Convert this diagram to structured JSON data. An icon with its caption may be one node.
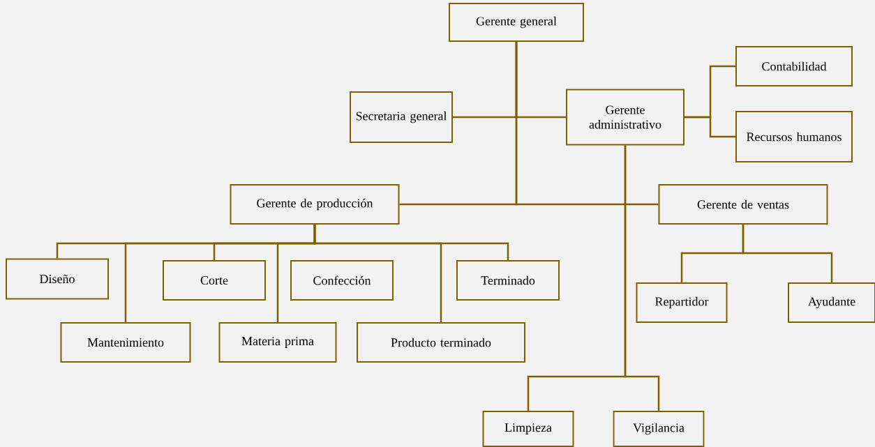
{
  "diagram": {
    "nodes": [
      {
        "text": [
          "Gerente general"
        ]
      },
      {
        "text": [
          "Secretaria general"
        ]
      },
      {
        "text": [
          "Gerente administrativo"
        ]
      },
      {
        "text": [
          "Contabilidad"
        ]
      },
      {
        "text": [
          "Recursos humanos"
        ]
      },
      {
        "text": [
          "Gerente de producción"
        ]
      },
      {
        "text": [
          "Gerente de ventas"
        ]
      },
      {
        "text": [
          "Diseño"
        ]
      },
      {
        "text": [
          "Corte"
        ]
      },
      {
        "text": [
          "Confección"
        ]
      },
      {
        "text": [
          "Terminado"
        ]
      },
      {
        "text": [
          "Mantenimiento"
        ]
      },
      {
        "text": [
          "Materia prima"
        ]
      },
      {
        "text": [
          "Producto terminado"
        ]
      },
      {
        "text": [
          "Repartidor"
        ]
      },
      {
        "text": [
          "Ayudante"
        ]
      },
      {
        "text": [
          "Limpieza"
        ]
      },
      {
        "text": [
          "Vigilancia"
        ]
      }
    ],
    "edges": [
      {
        "from": 0,
        "to": 1,
        "arrow": "none"
      },
      {
        "from": 0,
        "to": 2,
        "arrow": "none"
      },
      {
        "from": 0,
        "to": 5,
        "arrow": "none"
      },
      {
        "from": 0,
        "to": 6,
        "arrow": "none"
      },
      {
        "from": 2,
        "to": 3,
        "arrow": "none"
      },
      {
        "from": 2,
        "to": 4,
        "arrow": "none"
      },
      {
        "from": 2,
        "to": 16,
        "arrow": "none"
      },
      {
        "from": 2,
        "to": 17,
        "arrow": "none"
      },
      {
        "from": 5,
        "to": 7,
        "arrow": "none"
      },
      {
        "from": 5,
        "to": 8,
        "arrow": "none"
      },
      {
        "from": 5,
        "to": 10,
        "arrow": "none"
      },
      {
        "from": 5,
        "to": 11,
        "arrow": "none"
      },
      {
        "from": 5,
        "to": 12,
        "arrow": "none"
      },
      {
        "from": 5,
        "to": 13,
        "arrow": "none"
      },
      {
        "from": 6,
        "to": 14,
        "arrow": "none"
      },
      {
        "from": 6,
        "to": 15,
        "arrow": "none"
      }
    ]
  }
}
